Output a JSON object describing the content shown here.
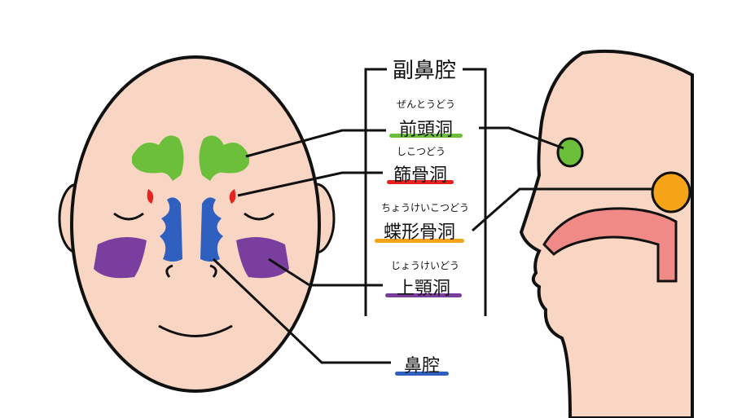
{
  "title": "副鼻腔",
  "labels": {
    "frontal": {
      "furigana": "ぜんとうどう",
      "name": "前頭洞"
    },
    "ethmoid": {
      "furigana": "しこつどう",
      "name": "篩骨洞"
    },
    "sphenoid": {
      "furigana": "ちょうけいこつどう",
      "name": "蝶形骨洞"
    },
    "maxillary": {
      "furigana": "じょうけいどう",
      "name": "上顎洞"
    },
    "nasal": {
      "name": "鼻腔"
    }
  },
  "colors": {
    "skin": "#f9d6c3",
    "frontal": "#6cbf3a",
    "ethmoid": "#e8231f",
    "sphenoid": "#f5a417",
    "maxillary": "#7a3f9e",
    "nasal": "#2f5fbf",
    "airway": "#ef8a86"
  }
}
